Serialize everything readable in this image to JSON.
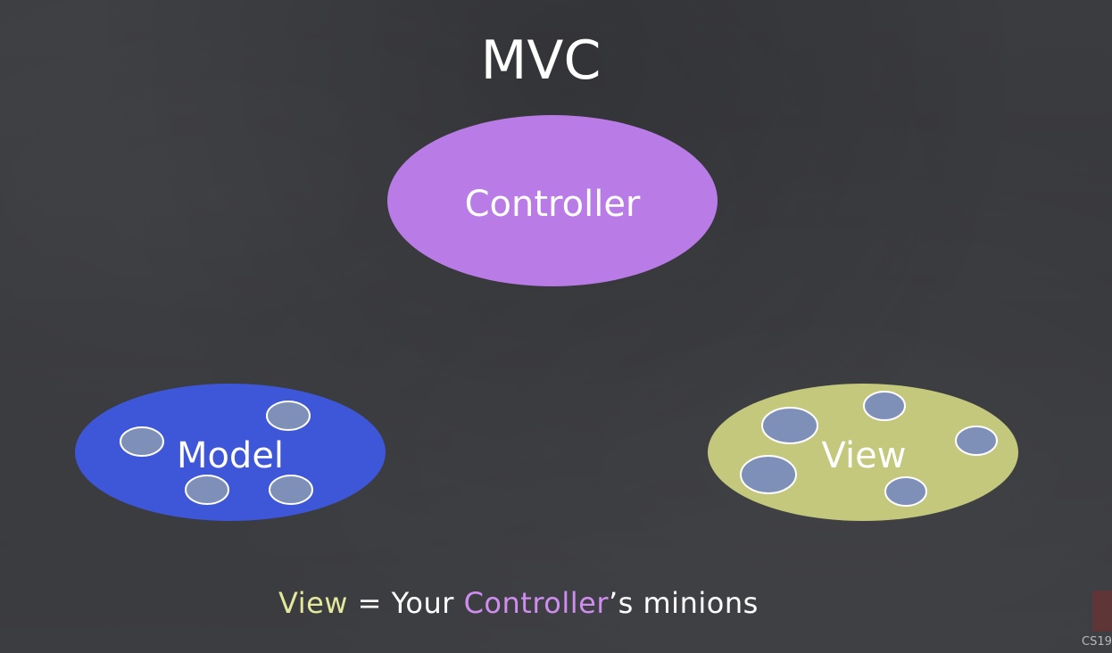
{
  "title": "MVC",
  "nodes": {
    "controller": {
      "label": "Controller",
      "color": "#b97be6"
    },
    "model": {
      "label": "Model",
      "color": "#3e56d8"
    },
    "view": {
      "label": "View",
      "color": "#c3c87c"
    }
  },
  "caption": {
    "view_word": "View",
    "equals": "=",
    "your": "Your",
    "controller_word": "Controller",
    "suffix": "’s minions"
  },
  "footer": {
    "course": "CS19"
  },
  "colors": {
    "background": "#3a3b3f",
    "minion": "#7f90b8",
    "text": "#ffffff",
    "view_text": "#e3e89a",
    "controller_text": "#cf8df0"
  }
}
